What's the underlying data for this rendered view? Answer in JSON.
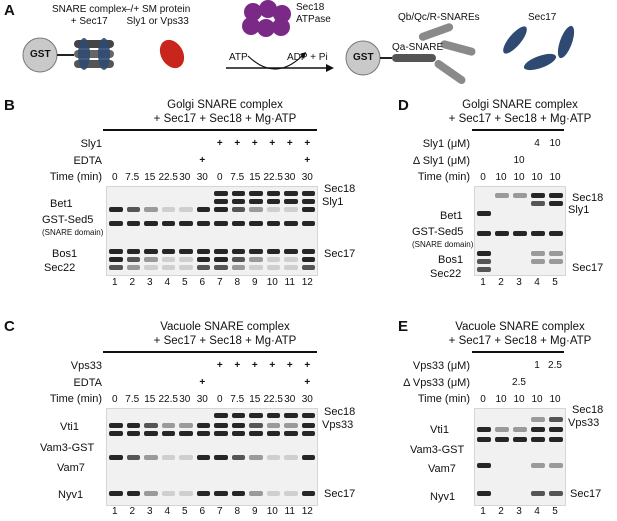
{
  "panel_a": {
    "letter": "A",
    "snare_complex_label": "SNARE complex\n+ Sec17",
    "gst": "GST",
    "sm_label": "–/+ SM protein\nSly1 or Vps33",
    "atp": "ATP",
    "adp_pi": "ADP + Pi",
    "sec18_label": "Sec18\nATPase",
    "qb_label": "Qb/Qc/R-SNAREs",
    "sec17_label": "Sec17",
    "qa_label": "Qa-SNARE",
    "gst2": "GST"
  },
  "panel_b": {
    "letter": "B",
    "title_line1": "Golgi SNARE complex",
    "title_line2": "+ Sec17 + Sec18 + Mg·ATP",
    "row_sm": "Sly1",
    "row_edta": "EDTA",
    "row_time": "Time (min)",
    "sm_marks": [
      "",
      "",
      "",
      "",
      "",
      "",
      "+",
      "+",
      "+",
      "+",
      "+",
      "+"
    ],
    "edta_marks": [
      "",
      "",
      "",
      "",
      "",
      "+",
      "",
      "",
      "",
      "",
      "",
      "+"
    ],
    "times": [
      "0",
      "7.5",
      "15",
      "22.5",
      "30",
      "30",
      "0",
      "7.5",
      "15",
      "22.5",
      "30",
      "30"
    ],
    "lanes": [
      "1",
      "2",
      "3",
      "4",
      "5",
      "6",
      "7",
      "8",
      "9",
      "10",
      "11",
      "12"
    ],
    "left_labels": [
      "Bet1",
      "GST-Sed5",
      "(SNARE domain)",
      "Bos1",
      "Sec22"
    ],
    "right_labels": [
      "Sec18",
      "Sly1",
      "Sec17"
    ]
  },
  "panel_c": {
    "letter": "C",
    "title_line1": "Vacuole SNARE complex",
    "title_line2": "+ Sec17 + Sec18 + Mg·ATP",
    "row_sm": "Vps33",
    "row_edta": "EDTA",
    "row_time": "Time (min)",
    "sm_marks": [
      "",
      "",
      "",
      "",
      "",
      "",
      "+",
      "+",
      "+",
      "+",
      "+",
      "+"
    ],
    "edta_marks": [
      "",
      "",
      "",
      "",
      "",
      "+",
      "",
      "",
      "",
      "",
      "",
      "+"
    ],
    "times": [
      "0",
      "7.5",
      "15",
      "22.5",
      "30",
      "30",
      "0",
      "7.5",
      "15",
      "22.5",
      "30",
      "30"
    ],
    "lanes": [
      "1",
      "2",
      "3",
      "4",
      "5",
      "6",
      "7",
      "8",
      "9",
      "10",
      "11",
      "12"
    ],
    "left_labels": [
      "Vti1",
      "Vam3-GST",
      "Vam7",
      "Nyv1"
    ],
    "right_labels": [
      "Sec18",
      "Vps33",
      "Sec17"
    ]
  },
  "panel_d": {
    "letter": "D",
    "title_line1": "Golgi SNARE complex",
    "title_line2": "+ Sec17 + Sec18 + Mg·ATP",
    "row_sm": "Sly1 (μM)",
    "row_delta": "Δ Sly1 (μM)",
    "row_time": "Time (min)",
    "sm_values": [
      "",
      "",
      "",
      "4",
      "10"
    ],
    "delta_values": [
      "",
      "",
      "10",
      "",
      ""
    ],
    "times": [
      "0",
      "10",
      "10",
      "10",
      "10"
    ],
    "lanes": [
      "1",
      "2",
      "3",
      "4",
      "5"
    ],
    "left_labels": [
      "Bet1",
      "GST-Sed5",
      "(SNARE domain)",
      "Bos1",
      "Sec22"
    ],
    "right_labels": [
      "Sec18",
      "Sly1",
      "Sec17"
    ]
  },
  "panel_e": {
    "letter": "E",
    "title_line1": "Vacuole SNARE complex",
    "title_line2": "+ Sec17 + Sec18 + Mg·ATP",
    "row_sm": "Vps33 (μM)",
    "row_delta": "Δ Vps33 (μM)",
    "row_time": "Time (min)",
    "sm_values": [
      "",
      "",
      "",
      "1",
      "2.5"
    ],
    "delta_values": [
      "",
      "",
      "2.5",
      "",
      ""
    ],
    "times": [
      "0",
      "10",
      "10",
      "10",
      "10"
    ],
    "lanes": [
      "1",
      "2",
      "3",
      "4",
      "5"
    ],
    "left_labels": [
      "Vti1",
      "Vam3-GST",
      "Vam7",
      "Nyv1"
    ],
    "right_labels": [
      "Sec18",
      "Vps33",
      "Sec17"
    ]
  },
  "colors": {
    "sm_protein": "#c8261c",
    "sec18": "#7a2a86",
    "sec17": "#2f4a72",
    "snare_grey": "#8a8a8a",
    "gst_bead": "#c9c9c9"
  }
}
